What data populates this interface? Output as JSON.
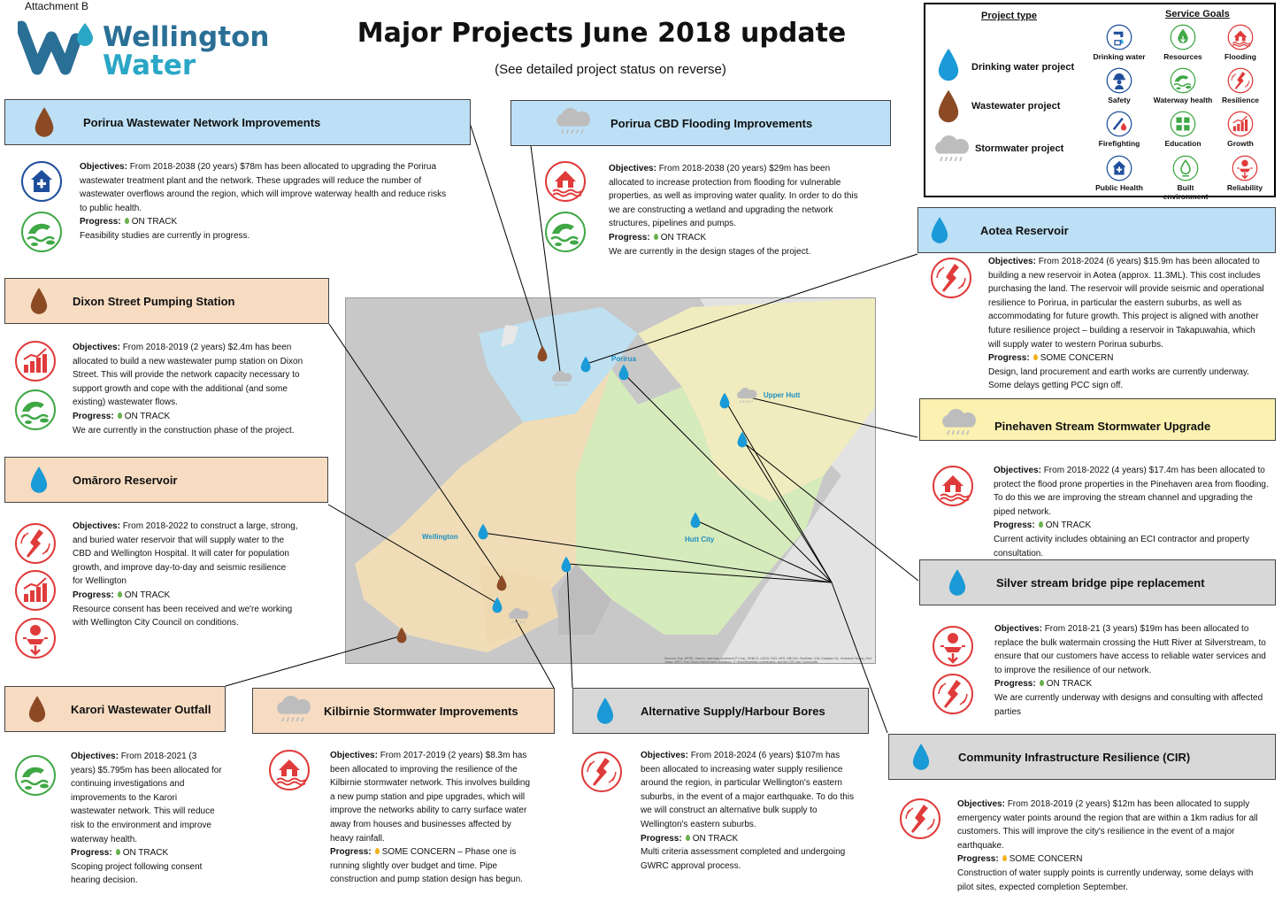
{
  "header": {
    "attachment": "Attachment B",
    "logo_line1": "Wellington",
    "logo_line2": "Water",
    "title": "Major Projects June 2018 update",
    "subtitle": "(See detailed project status on reverse)"
  },
  "legend": {
    "project_type_heading": "Project type",
    "service_goals_heading": "Service Goals",
    "types": [
      "Drinking water project",
      "Wastewater project",
      "Stormwater project"
    ],
    "goals": [
      "Drinking water",
      "Resources",
      "Flooding",
      "Safety",
      "Waterway health",
      "Resilience",
      "Firefighting",
      "Education",
      "Growth",
      "Public Health",
      "Built environment",
      "Reliability"
    ]
  },
  "labels": {
    "objectives": "Objectives:",
    "progress": "Progress:"
  },
  "map": {
    "labels": [
      "Porirua",
      "Upper Hutt",
      "Wellington",
      "Hutt City"
    ],
    "attribution": "Sources: Esri, HERE, Garmin, Intermap, increment P Corp., GEBCO, USGS, FAO, NPS, NRCAN, GeoBase, IGN, Kadaster NL, Ordnance Survey, Esri Japan, METI, Esri China (Hong Kong), swisstopo, © OpenStreetMap contributors, and the GIS User Community"
  },
  "colors": {
    "drinking": "#1a9ad6",
    "wastewater": "#8b4a24",
    "stormwater": "#bdbdbd",
    "goal_red": "#e03b3b",
    "goal_green": "#3fa845",
    "goal_blue": "#1f4f9c"
  },
  "projects": {
    "porirua_ww": {
      "name": "Porirua Wastewater Network Improvements",
      "objectives": "From 2018-2038 (20 years) $78m has been allocated to upgrading the Porirua wastewater treatment plant and the network. These upgrades will reduce the number of wastewater overflows around the region, which will improve waterway health and reduce risks to public health.",
      "status": "ON TRACK",
      "note": "Feasibility studies are currently in progress."
    },
    "porirua_cbd": {
      "name": "Porirua CBD Flooding Improvements",
      "objectives": "From 2018-2038 (20 years) $29m has been allocated to increase protection from flooding for vulnerable properties, as well as improving water quality. In order to do this we are constructing a wetland and upgrading the network structures, pipelines and pumps.",
      "status": "ON TRACK",
      "note": "We are currently in the design stages of the project."
    },
    "aotea": {
      "name": "Aotea Reservoir",
      "objectives": "From 2018-2024 (6 years) $15.9m has been allocated to building a new reservoir in Aotea (approx. 11.3ML). This cost includes purchasing the land. The reservoir will provide seismic and operational resilience to Porirua, in particular the eastern suburbs, as well as accommodating for future growth. This project is aligned with another future resilience project – building a reservoir in Takapuwahia, which will supply water to western Porirua suburbs.",
      "status": "SOME CONCERN",
      "note": "Design, land procurement and earth works are currently underway. Some delays getting PCC sign off."
    },
    "dixon": {
      "name": "Dixon Street Pumping Station",
      "objectives": "From 2018-2019 (2 years) $2.4m has been allocated to build a new wastewater pump station on Dixon Street. This will provide the network capacity necessary to support growth and cope with the additional (and some existing) wastewater flows.",
      "status": "ON TRACK",
      "note": "We are currently in the construction phase of the project."
    },
    "pinehaven": {
      "name": "Pinehaven Stream Stormwater Upgrade",
      "objectives": "From 2018-2022 (4 years) $17.4m has been allocated to protect the flood prone properties in the Pinehaven area from flooding. To do this we are improving the stream channel and upgrading the piped network.",
      "status": "ON TRACK",
      "note": "Current activity includes obtaining an ECI contractor and property consultation."
    },
    "omaroro": {
      "name": "Omāroro Reservoir",
      "objectives": "From 2018-2022 to construct a large, strong, and buried water reservoir that will supply water to the CBD and Wellington Hospital. It will cater for population growth, and improve day-to-day and seismic resilience for Wellington",
      "status": "ON TRACK",
      "note": "Resource consent has been received and we're working with Wellington City Council on conditions."
    },
    "silverstream": {
      "name": "Silver stream bridge pipe replacement",
      "objectives": "From 2018-21 (3 years) $19m has been allocated to replace the bulk watermain crossing the Hutt River at Silverstream, to ensure that our customers have access to reliable water services and to improve the resilience of our network.",
      "status": "ON TRACK",
      "note": "We are currently underway with designs and consulting with affected parties"
    },
    "karori": {
      "name": "Karori Wastewater Outfall",
      "objectives": "From 2018-2021 (3 years) $5.795m has been allocated for continuing investigations and improvements to the Karori wastewater network. This will reduce risk to the environment and improve waterway health.",
      "status": "ON TRACK",
      "note": "Scoping project following consent hearing decision."
    },
    "kilbirnie": {
      "name": "Kilbirnie Stormwater Improvements",
      "objectives": "From 2017-2019 (2 years) $8.3m has been allocated to improving the resilience of the Kilbirnie stormwater network. This involves building a new pump station and pipe upgrades, which will improve the networks ability to carry surface water away from houses and businesses affected by heavy rainfall.",
      "status": "SOME CONCERN – Phase one is running slightly over budget and time. Pipe construction and pump station design has begun.",
      "note": ""
    },
    "harbour": {
      "name": "Alternative Supply/Harbour Bores",
      "objectives": "From 2018-2024 (6 years) $107m has been allocated to increasing water supply resilience around the region, in particular Wellington's eastern suburbs, in the event of a major earthquake. To do this we will construct an alternative bulk supply to Wellington's eastern suburbs.",
      "status": "ON TRACK",
      "note": "Multi criteria assessment completed and undergoing GWRC approval process."
    },
    "cir": {
      "name": "Community Infrastructure Resilience (CIR)",
      "objectives": "From 2018-2019 (2 years) $12m has been allocated to supply emergency water points around the region that are within a 1km radius for all customers. This will improve the city's resilience in the event of a major earthquake.",
      "status": "SOME CONCERN",
      "note": "Construction of water supply points is currently underway, some delays with pilot sites, expected completion September."
    }
  }
}
